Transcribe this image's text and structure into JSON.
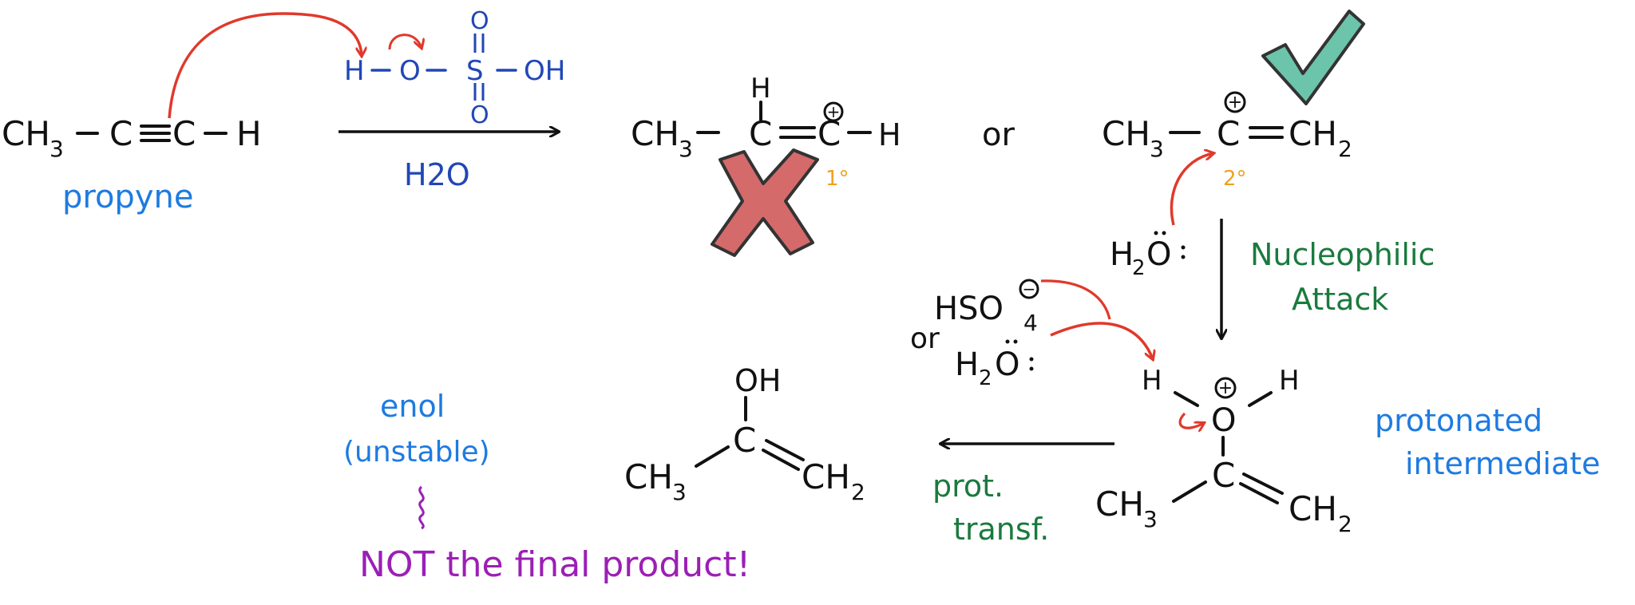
{
  "colors": {
    "black": "#111111",
    "reagent_blue": "#2146b6",
    "label_blue": "#1e7be0",
    "arrow_red": "#e0392b",
    "degree_orange": "#f0a020",
    "green_text": "#1a7a3e",
    "purple_text": "#9b1fb5",
    "x_red": "#d46a6a",
    "check_teal": "#6cc4aa"
  },
  "icons": {
    "reject": "x-mark-icon",
    "accept": "check-mark-icon"
  },
  "labels": {
    "propyne": "propyne",
    "water_reagent": "H2O",
    "or1": "or",
    "or2": "or",
    "primary": "1°",
    "secondary": "2°",
    "nucleophilic": "Nucleophilic",
    "attack": "Attack",
    "protonated": "protonated",
    "intermediate": "intermediate",
    "prot": "prot.",
    "transf": "transf.",
    "enol": "enol",
    "unstable": "(unstable)",
    "not_final": "NOT the final product!"
  },
  "atoms": {
    "ch3": "CH",
    "sub3": "3",
    "c": "C",
    "h": "H",
    "o": "O",
    "oh": "OH",
    "s": "S",
    "ch2": "CH",
    "sub2": "2",
    "h2": "H",
    "hso": "HSO",
    "sub4": "4",
    "plus": "+",
    "minus": "−"
  }
}
